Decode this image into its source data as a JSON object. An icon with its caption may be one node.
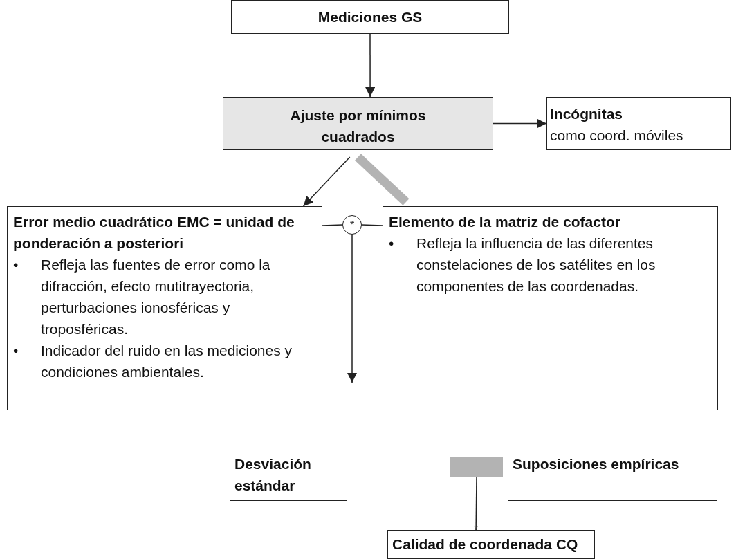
{
  "diagram": {
    "nodes": [
      {
        "text": [
          "Mediciones GS"
        ]
      },
      {
        "text": [
          "Ajuste por mínimos cuadrados"
        ]
      },
      {
        "text": [
          "Incógnitas",
          "como coord. móviles"
        ]
      },
      {
        "text": [
          "Error medio cuadrático EMC = unidad de ponderación a posteriori",
          "•",
          "Refleja las fuentes de error como la difracción, efecto mutitrayectoria, perturbaciones ionosféricas y troposféricas.",
          "•",
          "Indicador del ruido en las mediciones y condiciones ambientales."
        ]
      },
      {
        "text": [
          "*"
        ]
      },
      {
        "text": [
          "Elemento de la matriz de cofactor",
          "•",
          "Refleja la influencia de las diferentes constelaciones de los satélites en los componentes de las coordenadas."
        ]
      },
      {
        "text": [
          "Desviación estándar"
        ]
      },
      {
        "text": [],
        "shape": "bar"
      },
      {
        "text": [
          "Suposiciones empíricas"
        ]
      },
      {
        "text": [
          "Calidad de coordenada CQ"
        ]
      }
    ],
    "edges": [
      {
        "from": 0,
        "to": 1,
        "arrow": "to"
      },
      {
        "from": 1,
        "to": 2,
        "arrow": "to"
      },
      {
        "from": 1,
        "to": 3,
        "arrow": "to"
      },
      {
        "from": 1,
        "to": 5,
        "arrow": "none",
        "style": "thick",
        "color": "#b3b3b3"
      },
      {
        "from": 4,
        "to": 3,
        "arrow": "none"
      },
      {
        "from": 4,
        "to": 5,
        "arrow": "none"
      },
      {
        "from": 4,
        "to": null,
        "arrow": "to"
      },
      {
        "from": 7,
        "to": 9,
        "arrow": "to"
      }
    ]
  }
}
